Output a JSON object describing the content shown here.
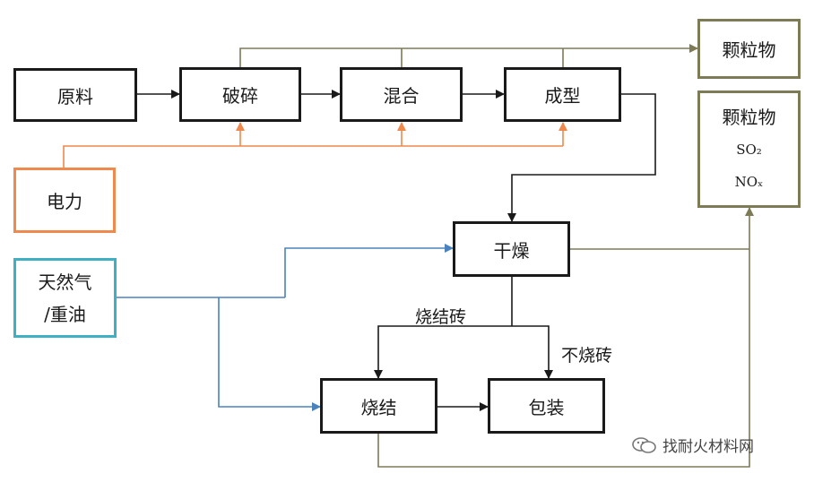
{
  "nodes": {
    "raw": "原料",
    "crush": "破碎",
    "mix": "混合",
    "shape": "成型",
    "power": "电力",
    "fuel_line1": "天然气",
    "fuel_line2": "/重油",
    "dry": "干燥",
    "sinter": "烧结",
    "pack": "包装",
    "out1": "颗粒物",
    "out2_line1": "颗粒物",
    "out2_line2": "SO₂",
    "out2_line3": "NOₓ"
  },
  "labels": {
    "fired": "烧结砖",
    "unfired": "不烧砖"
  },
  "colors": {
    "process": "#1a1a1a",
    "electricity": "#f0894c",
    "fuel_box": "#3db0c4",
    "fuel_line": "#4a82bd",
    "emission": "#7d7a56"
  },
  "watermark": "找耐火材料网"
}
